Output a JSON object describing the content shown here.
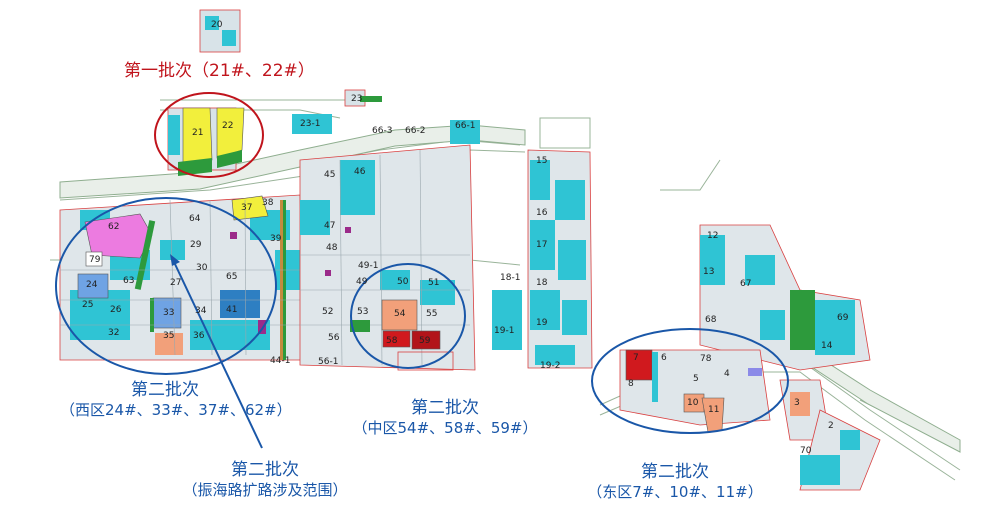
{
  "batches": {
    "first": {
      "title": "第一批次（21#、22#）",
      "color": "#c0141c"
    },
    "west": {
      "title": "第二批次",
      "detail": "（西区24#、33#、37#、62#）"
    },
    "road": {
      "title": "第二批次",
      "detail": "（振海路扩路涉及范围）"
    },
    "middle": {
      "title": "第二批次",
      "detail": "（中区54#、58#、59#）"
    },
    "east": {
      "title": "第二批次",
      "detail": "（东区7#、10#、11#）"
    },
    "accent_color": "#1a57a8"
  },
  "colors": {
    "cyan_parcel": "#2fc4d4",
    "yellow_lot": "#f2ef3c",
    "pink_lot": "#ec7be0",
    "blue_lot": "#6fa3e4",
    "salmon_lot": "#f2a07a",
    "red_lot": "#d0191e",
    "green_strip": "#2d9a3c",
    "parcel_outline": "#d94040"
  },
  "lots": {
    "l20": "20",
    "l21": "21",
    "l22": "22",
    "l23": "23",
    "l23_1": "23-1",
    "l66_1": "66-1",
    "l66_2": "66-2",
    "l66_3": "66-3",
    "l15": "15",
    "l16": "16",
    "l17": "17",
    "l18": "18",
    "l18_1": "18-1",
    "l19": "19",
    "l19_1": "19-1",
    "l19_2": "19-2",
    "l45": "45",
    "l46": "46",
    "l47": "47",
    "l48": "48",
    "l49": "49",
    "l49_1": "49-1",
    "l50": "50",
    "l51": "51",
    "l52": "52",
    "l53": "53",
    "l54": "54",
    "l55": "55",
    "l56": "56",
    "l56_1": "56-1",
    "l58": "58",
    "l59": "59",
    "l37": "37",
    "l38": "38",
    "l39": "39",
    "l64": "64",
    "l29": "29",
    "l30": "30",
    "l65": "65",
    "l41": "41",
    "l34": "34",
    "l35": "35",
    "l36": "36",
    "l44_1": "44-1",
    "l62": "62",
    "l79": "79",
    "l24": "24",
    "l63": "63",
    "l25": "25",
    "l26": "26",
    "l33": "33",
    "l32": "32",
    "l27": "27",
    "l12": "12",
    "l13": "13",
    "l67": "67",
    "l68": "68",
    "l69": "69",
    "l14": "14",
    "l7": "7",
    "l6": "6",
    "l78": "78",
    "l4": "4",
    "l5": "5",
    "l8": "8",
    "l10": "10",
    "l11": "11",
    "l3": "3",
    "l2": "2",
    "l70": "70"
  }
}
